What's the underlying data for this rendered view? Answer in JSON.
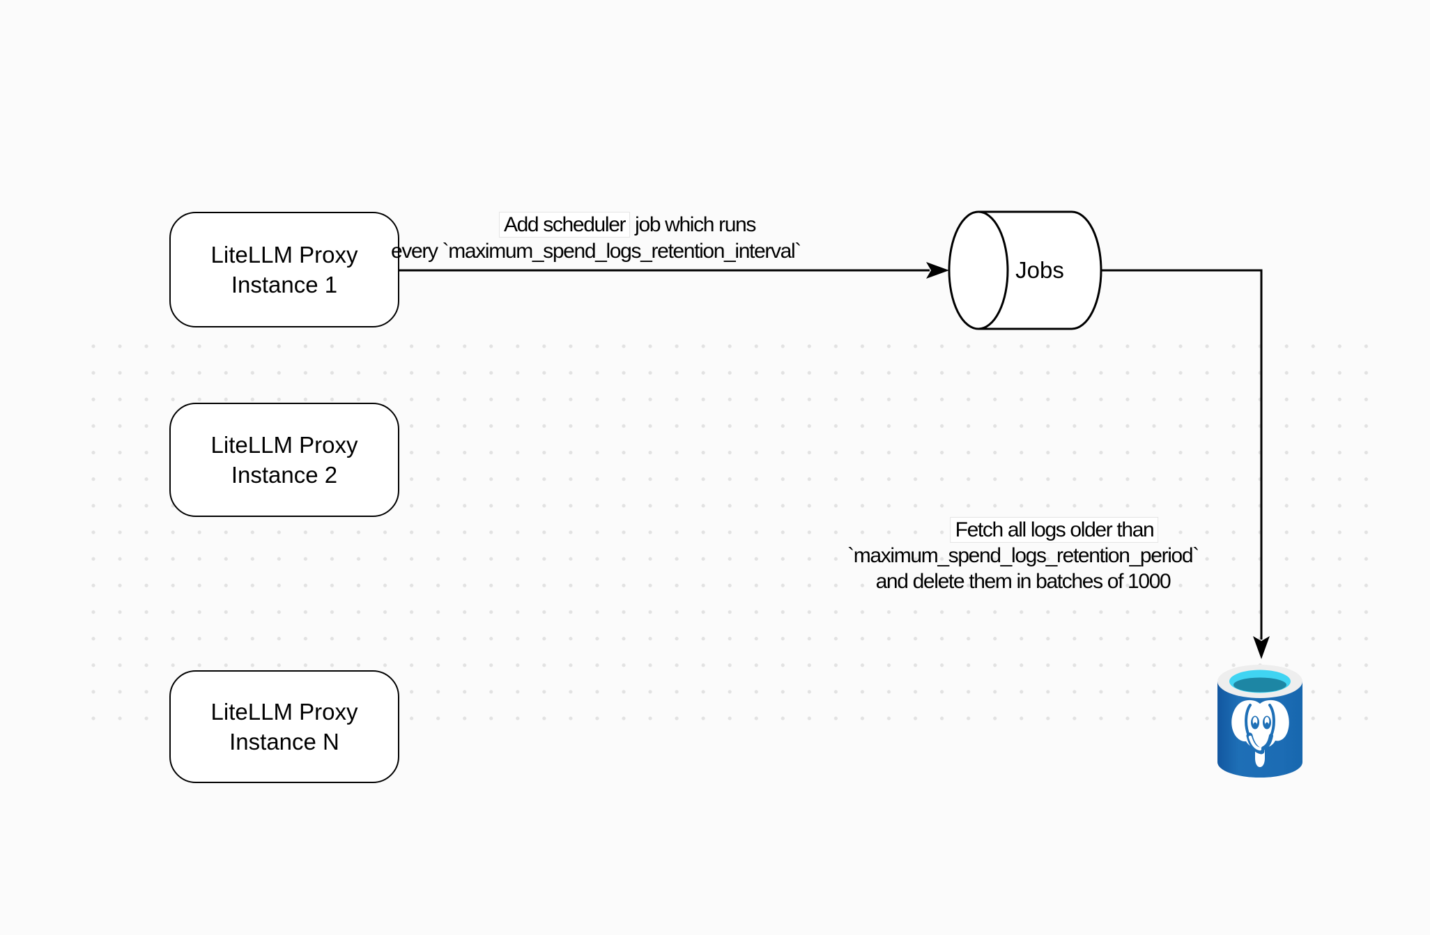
{
  "canvas": {
    "background": "#fbfbfb",
    "dot_color": "#e2e2e2",
    "shape_fill": "#ffffff",
    "shape_stroke": "#000000",
    "postgres_blue": "#1e6fb6",
    "postgres_cyan": "#40d4f2"
  },
  "nodes": {
    "instance1": {
      "line1": "LiteLLM Proxy",
      "line2": "Instance 1"
    },
    "instance2": {
      "line1": "LiteLLM Proxy",
      "line2": "Instance 2"
    },
    "instanceN": {
      "line1": "LiteLLM Proxy",
      "line2": "Instance N"
    },
    "jobs": {
      "label": "Jobs"
    },
    "database": {
      "icon": "postgresql-database"
    }
  },
  "edges": {
    "scheduler": {
      "line1_highlighted": "Add scheduler",
      "line1_rest": " job which runs",
      "line2": "every `maximum_spend_logs_retention_interval`"
    },
    "fetch": {
      "line1": "Fetch all logs older than",
      "line2": "`maximum_spend_logs_retention_period`",
      "line3": "and delete them in batches of 1000"
    }
  }
}
